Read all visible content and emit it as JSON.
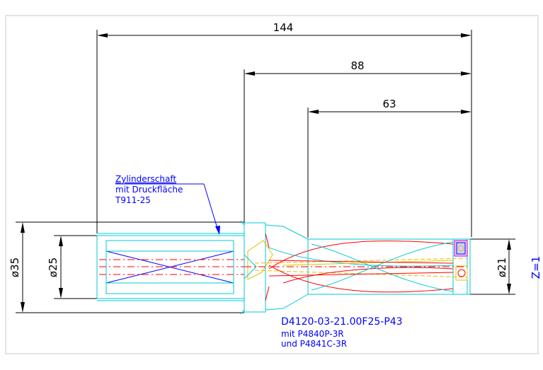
{
  "dimensions": {
    "overall_length": "144",
    "body_length": "88",
    "flute_length": "63",
    "shank_outer_diameter": "ø35",
    "shank_diameter": "ø25",
    "drill_diameter": "ø21",
    "teeth": "Z=1"
  },
  "annotation": {
    "line1": "Zylinderschaft",
    "line2": "mit Druckfläche",
    "line3": "T911-25"
  },
  "part": {
    "number": "D4120-03-21.00F25-P43",
    "insert1": "mit P4840P-3R",
    "insert2": "und P4841C-3R"
  },
  "colors": {
    "dimension": "#000000",
    "outline": "#00c8d8",
    "annotation": "#0000ff",
    "coolant": "#ff0000",
    "insert": "#e0c000"
  }
}
